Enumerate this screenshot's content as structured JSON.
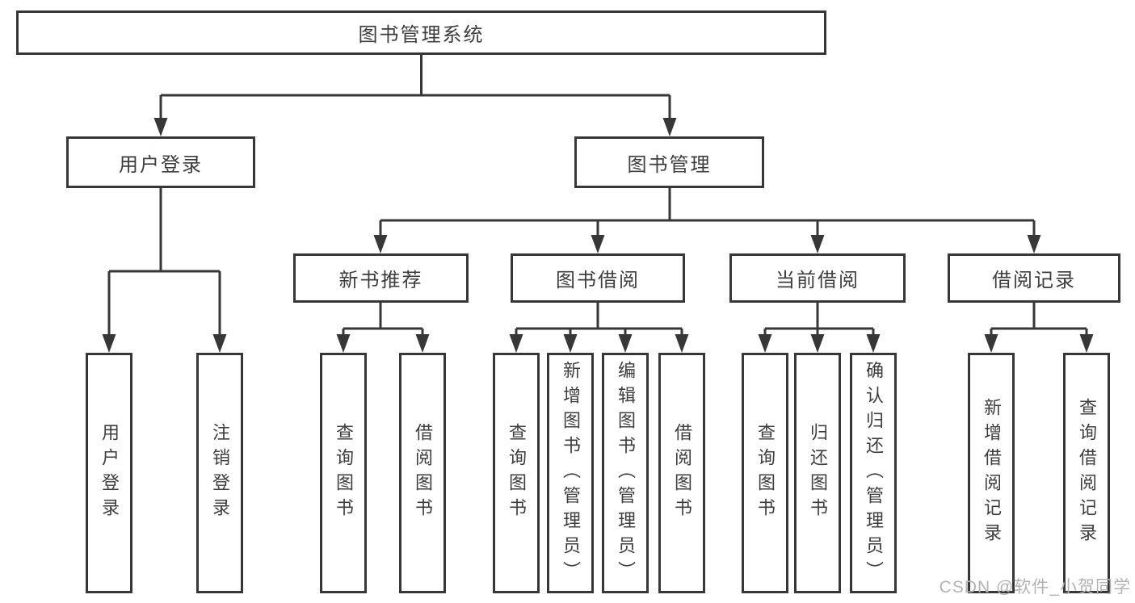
{
  "tree": {
    "label": "图书管理系统",
    "children": [
      {
        "label": "用户登录",
        "children": [
          {
            "label": "用户登录"
          },
          {
            "label": "注销登录"
          }
        ]
      },
      {
        "label": "图书管理",
        "children": [
          {
            "label": "新书推荐",
            "children": [
              {
                "label": "查询图书"
              },
              {
                "label": "借阅图书"
              }
            ]
          },
          {
            "label": "图书借阅",
            "children": [
              {
                "label": "查询图书"
              },
              {
                "label": "新增图书（管理员）"
              },
              {
                "label": "编辑图书（管理员）"
              },
              {
                "label": "借阅图书"
              }
            ]
          },
          {
            "label": "当前借阅",
            "children": [
              {
                "label": "查询图书"
              },
              {
                "label": "归还图书"
              },
              {
                "label": "确认归还（管理员）"
              }
            ]
          },
          {
            "label": "借阅记录",
            "children": [
              {
                "label": "新增借阅记录"
              },
              {
                "label": "查询借阅记录"
              }
            ]
          }
        ]
      }
    ]
  },
  "watermark": {
    "text": "CSDN @软件_小贺同学"
  },
  "colors": {
    "line": "#373737",
    "box_border": "#373737",
    "text": "#3d3d3d",
    "background": "#ffffff",
    "watermark": "#b3b3b3"
  }
}
